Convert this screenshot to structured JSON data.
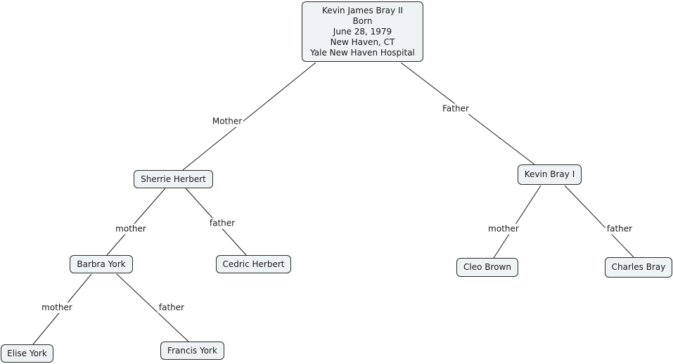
{
  "root": {
    "lines": [
      "Kevin James Bray II",
      "Born",
      "June 28, 1979",
      "New Haven, CT",
      "Yale New Haven Hospital"
    ]
  },
  "nodes": {
    "sherrie": "Sherrie Herbert",
    "kevin_i": "Kevin Bray I",
    "barbra": "Barbra York",
    "cedric": "Cedric Herbert",
    "cleo": "Cleo Brown",
    "charles": "Charles Bray",
    "elise": "Elise York",
    "francis": "Francis York"
  },
  "edges": {
    "root_mother": "Mother",
    "root_father": "Father",
    "sherrie_mother": "mother",
    "sherrie_father": "father",
    "kevin_mother": "mother",
    "kevin_father": "father",
    "barbra_mother": "mother",
    "barbra_father": "father"
  },
  "colors": {
    "node_fill": "#eef3f5",
    "node_border": "#2b2b2b",
    "edge_line": "#1a1a1a"
  }
}
